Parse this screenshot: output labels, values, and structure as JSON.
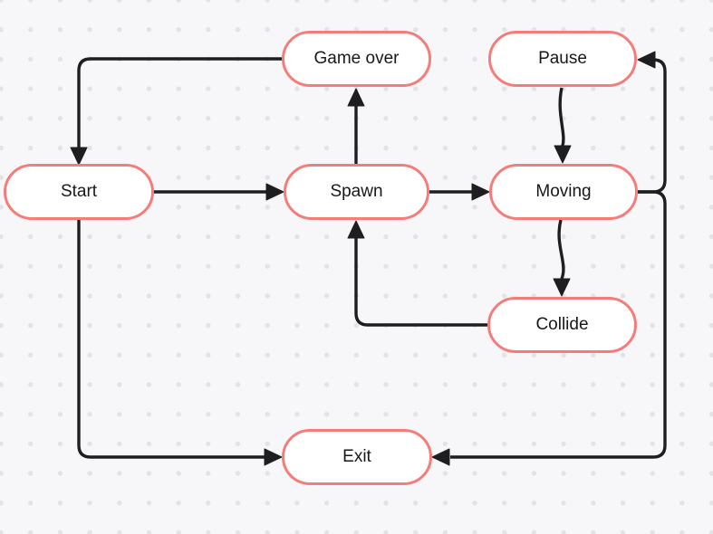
{
  "diagram": {
    "type": "state-diagram",
    "nodes": [
      {
        "id": "start",
        "label": "Start"
      },
      {
        "id": "spawn",
        "label": "Spawn"
      },
      {
        "id": "moving",
        "label": "Moving"
      },
      {
        "id": "game_over",
        "label": "Game over"
      },
      {
        "id": "pause",
        "label": "Pause"
      },
      {
        "id": "collide",
        "label": "Collide"
      },
      {
        "id": "exit",
        "label": "Exit"
      }
    ],
    "edges": [
      {
        "from": "Start",
        "to": "Spawn"
      },
      {
        "from": "Spawn",
        "to": "Moving"
      },
      {
        "from": "Spawn",
        "to": "Game over"
      },
      {
        "from": "Game over",
        "to": "Start"
      },
      {
        "from": "Pause",
        "to": "Moving"
      },
      {
        "from": "Moving",
        "to": "Pause"
      },
      {
        "from": "Moving",
        "to": "Collide"
      },
      {
        "from": "Collide",
        "to": "Spawn"
      },
      {
        "from": "Start",
        "to": "Exit"
      },
      {
        "from": "Moving",
        "to": "Exit"
      }
    ],
    "colors": {
      "canvas_bg": "#f7f7f9",
      "grid_dot": "#e2e2e7",
      "node_fill": "#ffffff",
      "node_border": "#f47d7a",
      "edge": "#1e1e21",
      "text": "#17181a"
    }
  }
}
